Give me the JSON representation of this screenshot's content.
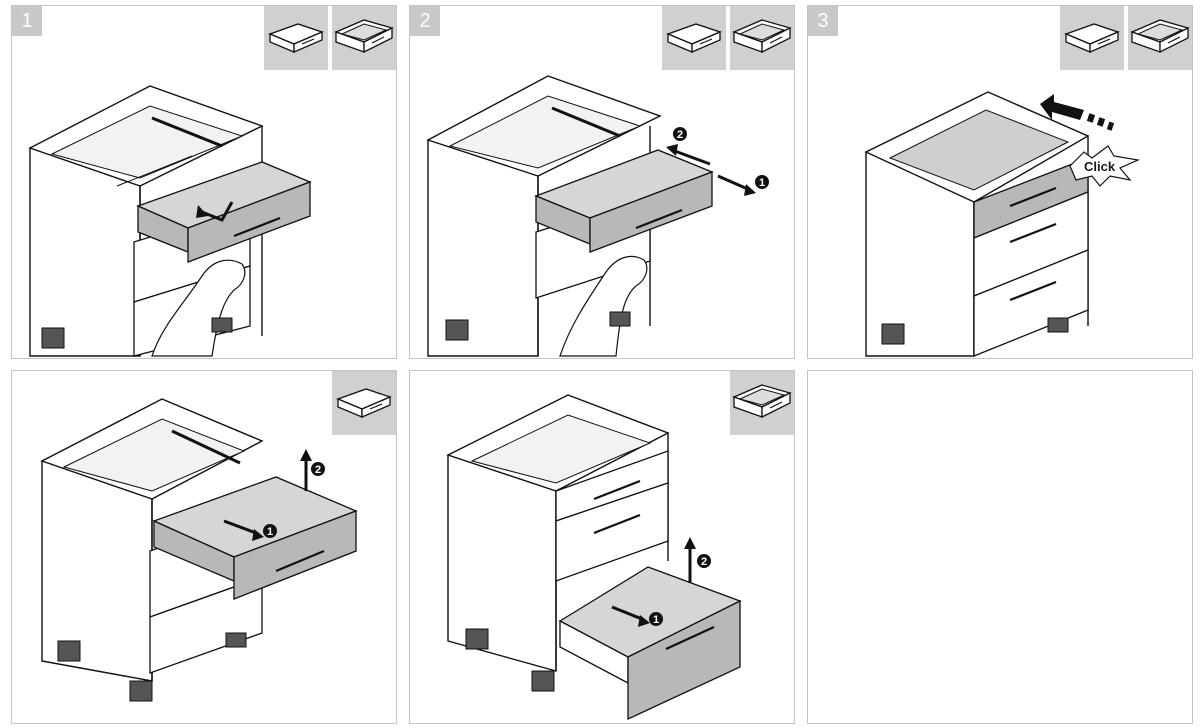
{
  "steps": [
    {
      "id": "1",
      "label": "1"
    },
    {
      "id": "2",
      "label": "2"
    },
    {
      "id": "3",
      "label": "3"
    }
  ],
  "markers": {
    "one": "1",
    "two": "2"
  },
  "click_text": "Click",
  "icons": {
    "drawer_closed": "drawer-closed-icon",
    "drawer_open": "drawer-open-icon"
  },
  "colors": {
    "panel_border": "#c4c4c4",
    "badge": "#c8c8c8",
    "thumb_bg": "#d0d0d0",
    "drawer_fill": "#b8b8b8",
    "line": "#1a1a1a"
  }
}
